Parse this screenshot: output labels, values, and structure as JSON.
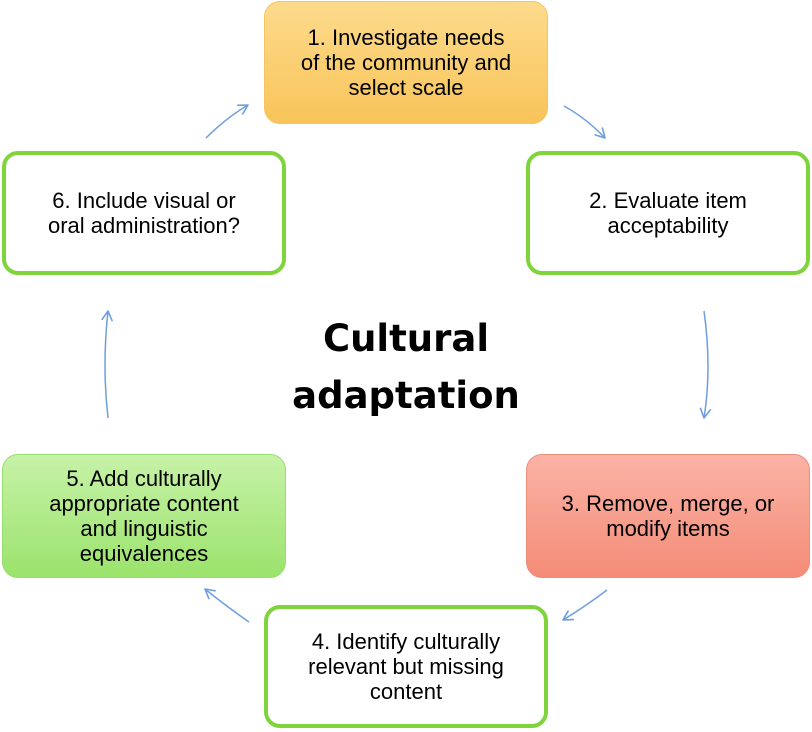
{
  "diagram": {
    "center_title_line1": "Cultural",
    "center_title_line2": "adaptation",
    "steps": [
      {
        "lines": [
          "1. Investigate needs",
          "of the community and",
          "select scale"
        ],
        "fill": "#f8c45a"
      },
      {
        "lines": [
          "2. Evaluate item",
          "acceptability"
        ],
        "outline": "#7ed43a"
      },
      {
        "lines": [
          "3. Remove, merge, or",
          "modify items"
        ],
        "fill": "#f48c78"
      },
      {
        "lines": [
          "4. Identify culturally",
          "relevant but missing",
          "content"
        ],
        "outline": "#7ed43a"
      },
      {
        "lines": [
          "5. Add culturally",
          "appropriate content",
          "and linguistic",
          "equivalences"
        ],
        "fill": "#9be36c"
      },
      {
        "lines": [
          "6. Include visual or",
          "oral administration?"
        ],
        "outline": "#7ed43a"
      }
    ],
    "arrow_color": "#6f9ee0"
  }
}
